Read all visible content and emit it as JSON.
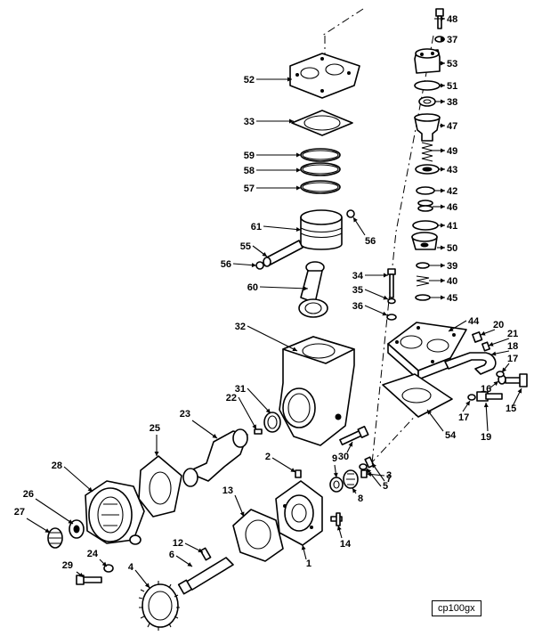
{
  "figure_code": "cp100gx",
  "callouts": [
    {
      "id": "48",
      "label": "48"
    },
    {
      "id": "37",
      "label": "37"
    },
    {
      "id": "53",
      "label": "53"
    },
    {
      "id": "51",
      "label": "51"
    },
    {
      "id": "38",
      "label": "38"
    },
    {
      "id": "47",
      "label": "47"
    },
    {
      "id": "49",
      "label": "49"
    },
    {
      "id": "43",
      "label": "43"
    },
    {
      "id": "42",
      "label": "42"
    },
    {
      "id": "46",
      "label": "46"
    },
    {
      "id": "41",
      "label": "41"
    },
    {
      "id": "50",
      "label": "50"
    },
    {
      "id": "39",
      "label": "39"
    },
    {
      "id": "40",
      "label": "40"
    },
    {
      "id": "45",
      "label": "45"
    },
    {
      "id": "34",
      "label": "34"
    },
    {
      "id": "35",
      "label": "35"
    },
    {
      "id": "36",
      "label": "36"
    },
    {
      "id": "44",
      "label": "44"
    },
    {
      "id": "20",
      "label": "20"
    },
    {
      "id": "21",
      "label": "21"
    },
    {
      "id": "18",
      "label": "18"
    },
    {
      "id": "17a",
      "label": "17"
    },
    {
      "id": "16",
      "label": "16"
    },
    {
      "id": "15",
      "label": "15"
    },
    {
      "id": "17b",
      "label": "17"
    },
    {
      "id": "19",
      "label": "19"
    },
    {
      "id": "54",
      "label": "54"
    },
    {
      "id": "52",
      "label": "52"
    },
    {
      "id": "33",
      "label": "33"
    },
    {
      "id": "59",
      "label": "59"
    },
    {
      "id": "58",
      "label": "58"
    },
    {
      "id": "57",
      "label": "57"
    },
    {
      "id": "61",
      "label": "61"
    },
    {
      "id": "56a",
      "label": "56"
    },
    {
      "id": "55",
      "label": "55"
    },
    {
      "id": "56b",
      "label": "56"
    },
    {
      "id": "60",
      "label": "60"
    },
    {
      "id": "32",
      "label": "32"
    },
    {
      "id": "31",
      "label": "31"
    },
    {
      "id": "22",
      "label": "22"
    },
    {
      "id": "23",
      "label": "23"
    },
    {
      "id": "25",
      "label": "25"
    },
    {
      "id": "28",
      "label": "28"
    },
    {
      "id": "26",
      "label": "26"
    },
    {
      "id": "27",
      "label": "27"
    },
    {
      "id": "24",
      "label": "24"
    },
    {
      "id": "29",
      "label": "29"
    },
    {
      "id": "4",
      "label": "4"
    },
    {
      "id": "12",
      "label": "12"
    },
    {
      "id": "6",
      "label": "6"
    },
    {
      "id": "13",
      "label": "13"
    },
    {
      "id": "2",
      "label": "2"
    },
    {
      "id": "1",
      "label": "1"
    },
    {
      "id": "14",
      "label": "14"
    },
    {
      "id": "9",
      "label": "9"
    },
    {
      "id": "3",
      "label": "3"
    },
    {
      "id": "8",
      "label": "8"
    },
    {
      "id": "5",
      "label": "5"
    },
    {
      "id": "7",
      "label": "7"
    },
    {
      "id": "30",
      "label": "30"
    }
  ]
}
